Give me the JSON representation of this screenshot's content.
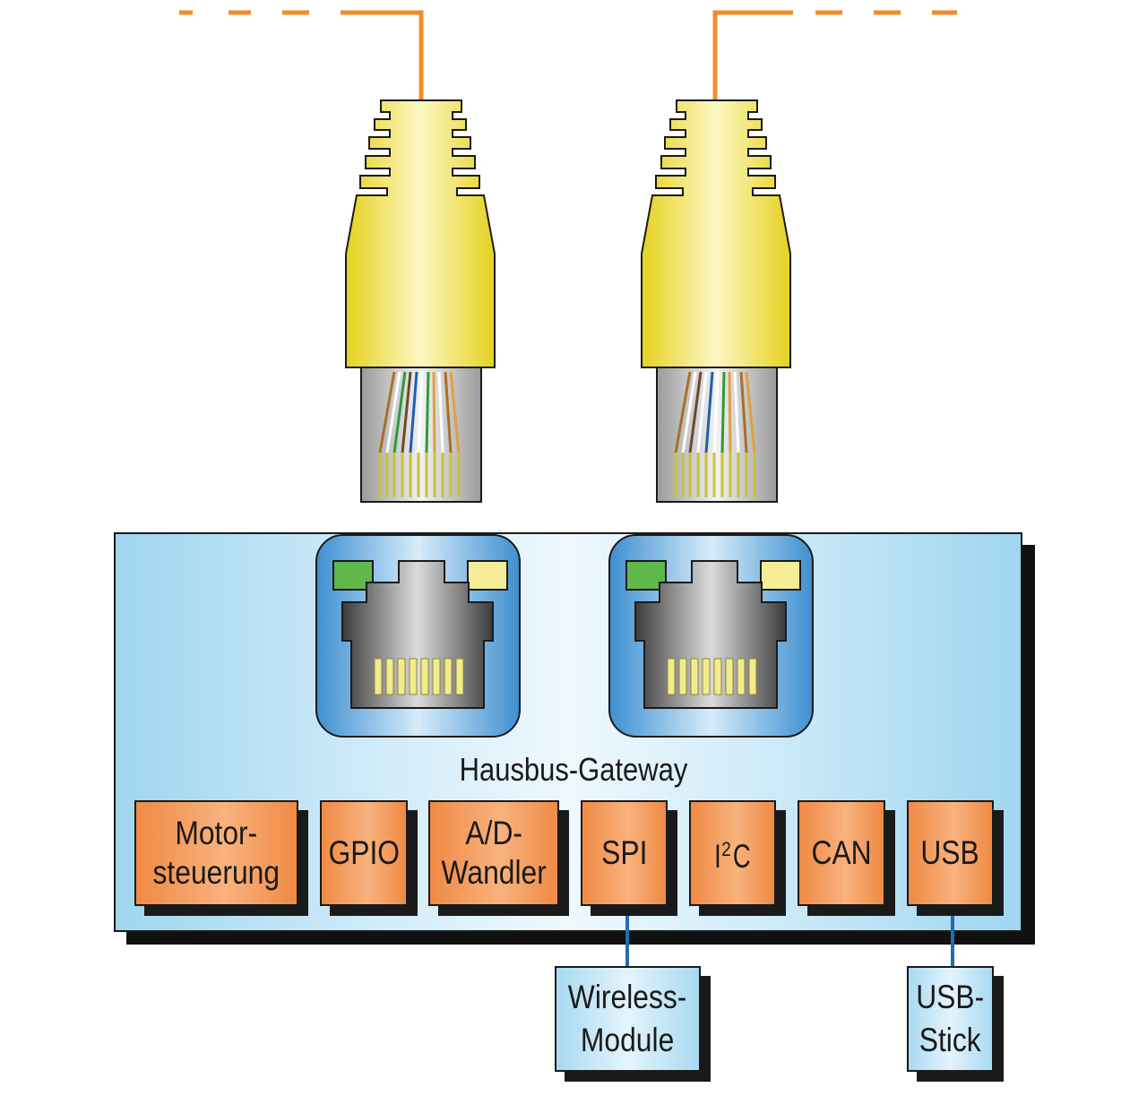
{
  "gateway": {
    "label": "Hausbus-Gateway"
  },
  "modules": [
    {
      "id": "motor",
      "label": "Motor-\nsteuerung"
    },
    {
      "id": "gpio",
      "label": "GPIO"
    },
    {
      "id": "adc",
      "label": "A/D-\nWandler"
    },
    {
      "id": "spi",
      "label": "SPI"
    },
    {
      "id": "i2c",
      "label": "I",
      "sup": "2",
      "label_tail": "C"
    },
    {
      "id": "can",
      "label": "CAN"
    },
    {
      "id": "usb",
      "label": "USB"
    }
  ],
  "external": [
    {
      "id": "wireless",
      "label": "Wireless-\nModule"
    },
    {
      "id": "usbstick",
      "label": "USB-\nStick"
    }
  ],
  "colors": {
    "cable": "#f28c28",
    "plug": "#f2e23c",
    "gateway": "#bfe4f6",
    "module": "#f5a062",
    "link": "#1f6fb0"
  }
}
